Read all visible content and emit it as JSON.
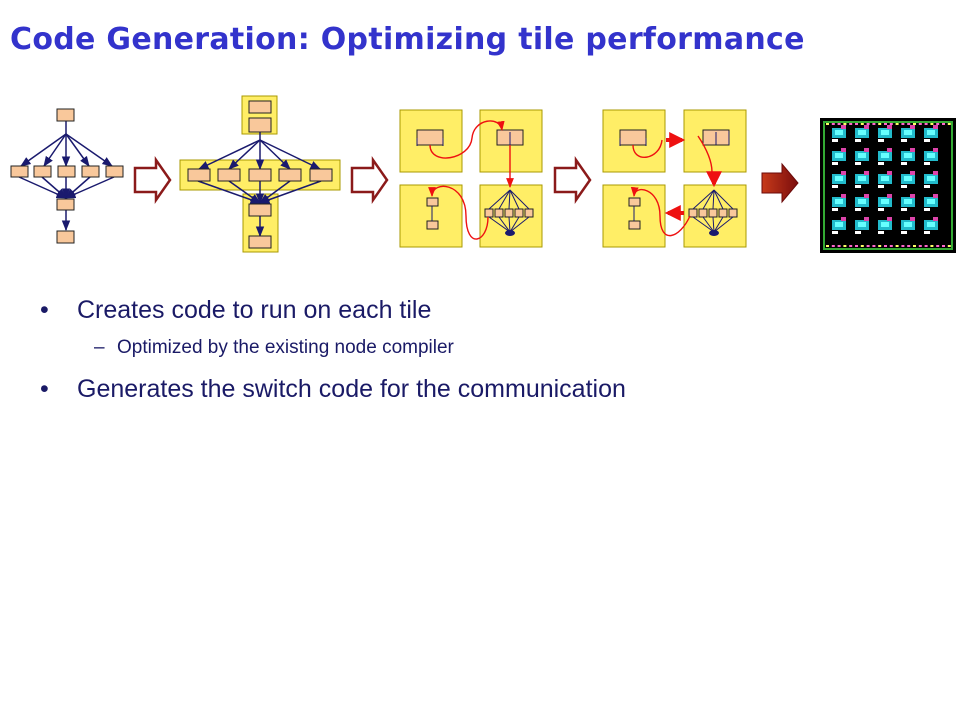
{
  "slide": {
    "title": "Code Generation: Optimizing tile performance",
    "bullets": [
      {
        "marker": "•",
        "text": "Creates code to run on each tile"
      },
      {
        "marker": "–",
        "text": "Optimized by the existing node compiler"
      },
      {
        "marker": "•",
        "text": "Generates the switch code for the communication"
      }
    ]
  },
  "colors": {
    "title": "#3333cc",
    "node_fill": "#f9c89b",
    "tile_fill": "#ffee66",
    "edge": "#1a1a6e",
    "comm": "#ee1111",
    "arrow": "#8b1a1a"
  },
  "icons": [
    "stage-arrow-icon",
    "chip-layout-icon"
  ]
}
